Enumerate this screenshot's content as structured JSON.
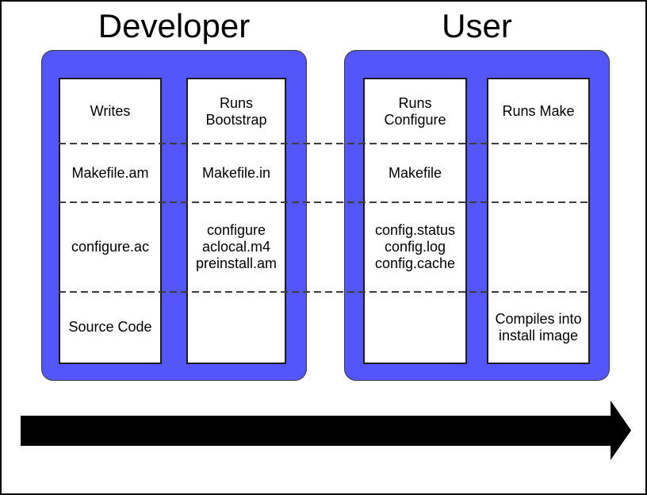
{
  "diagram": {
    "kind": "autotools-build-flow",
    "colors": {
      "group_fill": "#5455FB",
      "group_border": "#3A3A3A",
      "column_border": "#1C1C1C",
      "dash_color": "#3D3D3D",
      "arrow_fill": "#000000",
      "text_color": "#000000",
      "background": "#FFFFFF"
    },
    "groups": [
      {
        "title": "Developer",
        "columns": [
          {
            "role": "writes",
            "cells": [
              "Writes",
              "Makefile.am",
              "configure.ac",
              "Source Code"
            ]
          },
          {
            "role": "runs-bootstrap",
            "cells": [
              "Runs\nBootstrap",
              "Makefile.in",
              "configure\naclocal.m4\npreinstall.am",
              ""
            ]
          }
        ]
      },
      {
        "title": "User",
        "columns": [
          {
            "role": "runs-configure",
            "cells": [
              "Runs\nConfigure",
              "Makefile",
              "config.status\nconfig.log\nconfig.cache",
              ""
            ]
          },
          {
            "role": "runs-make",
            "cells": [
              "Runs Make",
              "",
              "",
              "Compiles into\ninstall image"
            ]
          }
        ]
      }
    ],
    "flow_arrow": {
      "direction": "right"
    }
  }
}
